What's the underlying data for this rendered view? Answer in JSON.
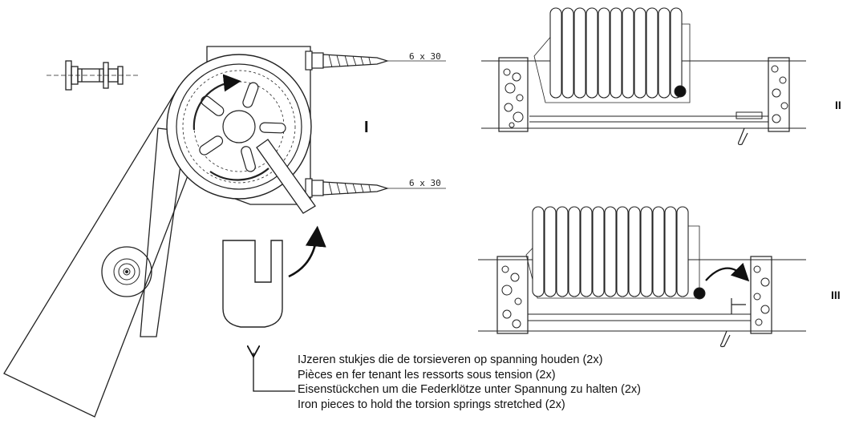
{
  "figure": {
    "labels": {
      "view_1": "I",
      "view_2": "II",
      "view_3": "III",
      "screw_top": "6 x 30",
      "screw_bottom": "6 x 30"
    },
    "caption_lines": [
      "IJzeren stukjes die de torsieveren op spanning houden (2x)",
      "Pièces en fer tenant les ressorts sous tension (2x)",
      "Eisenstückchen um die Federklötze unter Spannung zu halten (2x)",
      "Iron pieces to hold the torsion springs stretched (2x)"
    ]
  },
  "icons": [
    "bolt-icon",
    "rotation-arrow-icon",
    "curved-arrow-icon",
    "pointer-arrow-icon"
  ]
}
